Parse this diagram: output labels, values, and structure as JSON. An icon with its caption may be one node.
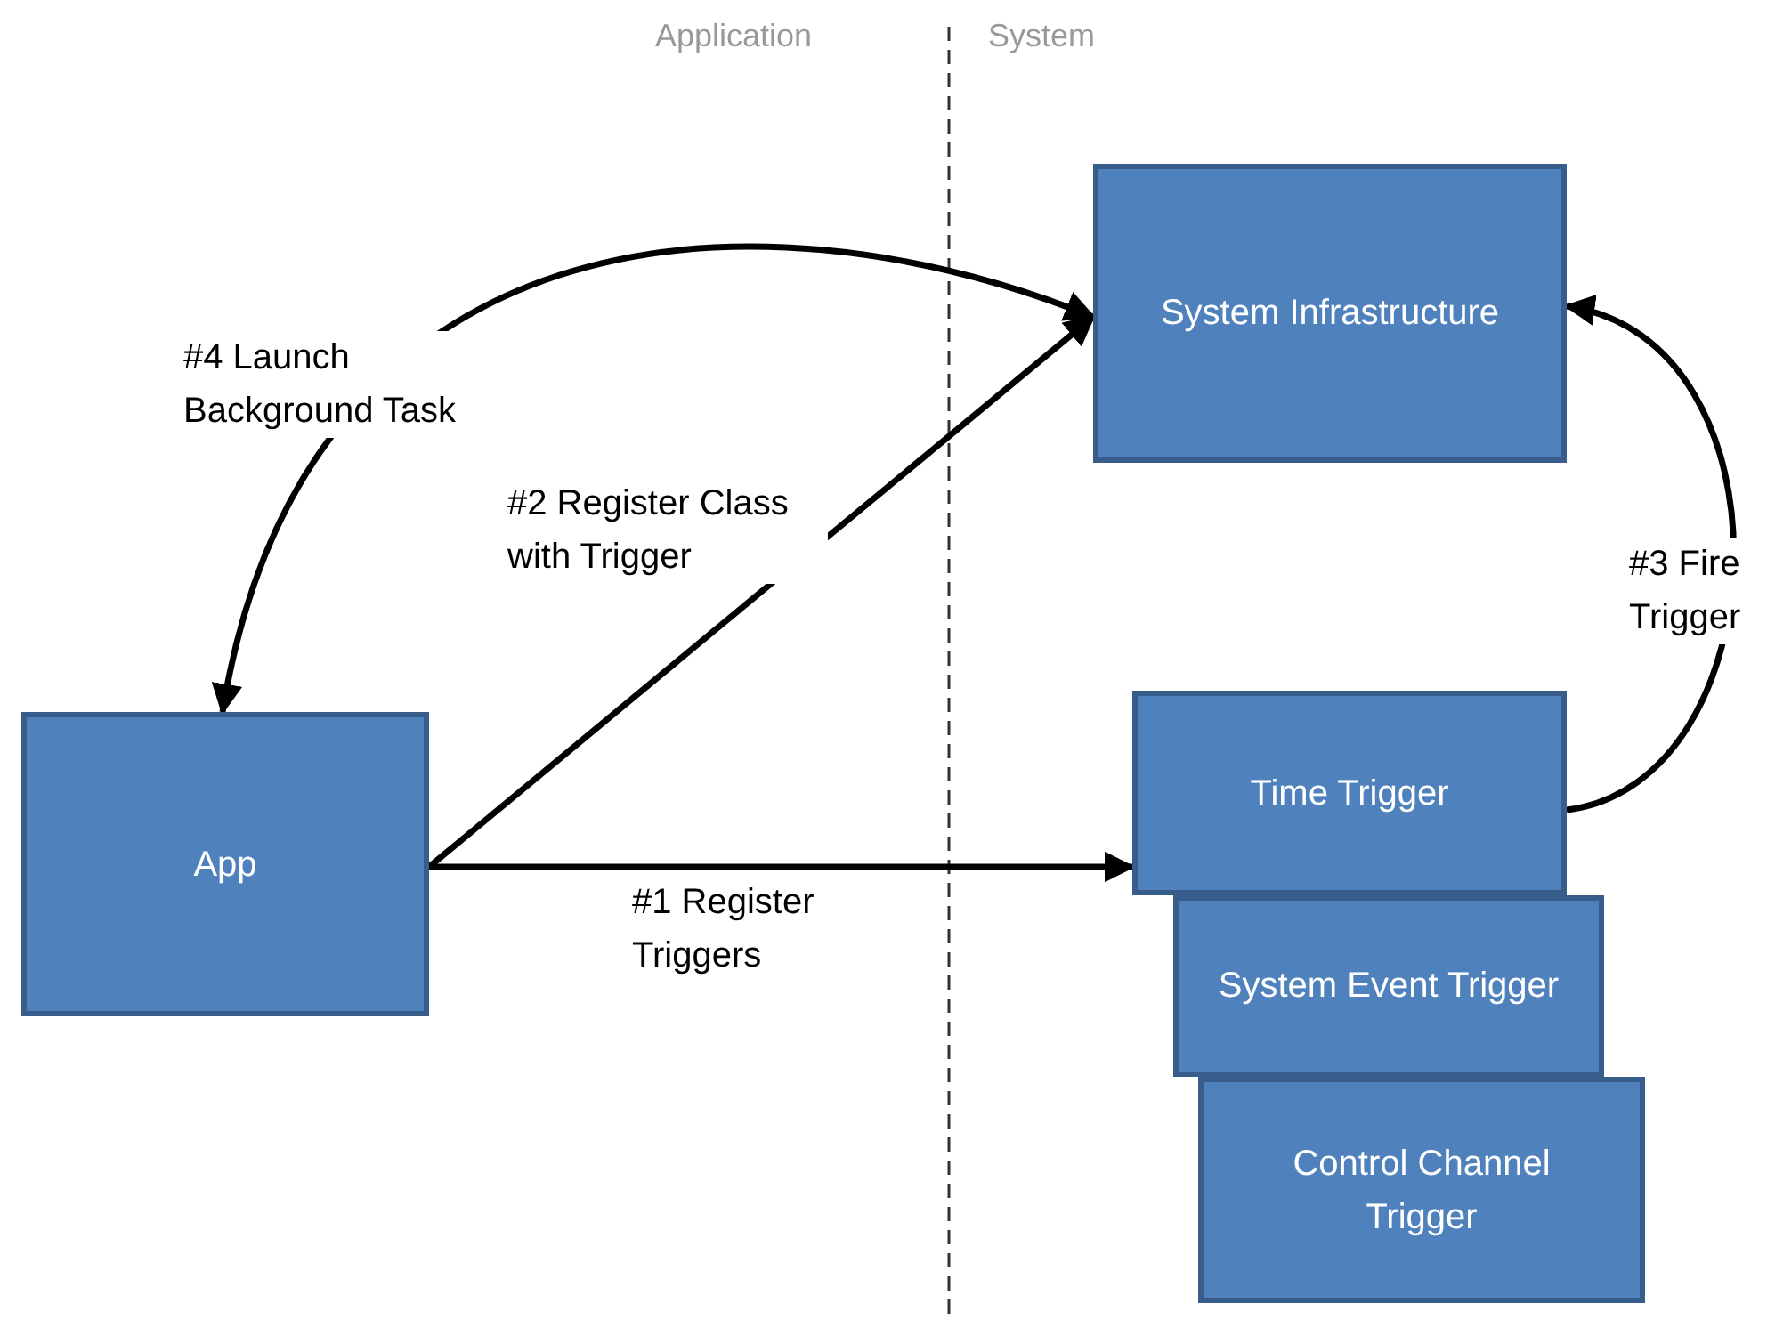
{
  "diagram": {
    "nodes": [
      {
        "text": [
          "System Infrastructure"
        ]
      },
      {
        "text": [
          "App"
        ]
      },
      {
        "text": [
          "Time Trigger"
        ]
      },
      {
        "text": [
          "System Event Trigger"
        ]
      },
      {
        "text": [
          "Control Channel Trigger"
        ]
      }
    ],
    "edges": [
      {
        "from": 1,
        "to": 2,
        "arrow": "to",
        "label": "#1 Register Triggers"
      },
      {
        "from": 1,
        "to": 0,
        "arrow": "to",
        "label": "#2 Register Class with Trigger"
      },
      {
        "from": 2,
        "to": 0,
        "arrow": "to",
        "label": "#3 Fire Trigger"
      },
      {
        "from": 0,
        "to": 1,
        "arrow": "both",
        "label": "#4 Launch Background Task"
      }
    ],
    "labels": [
      "Application",
      "System"
    ]
  }
}
